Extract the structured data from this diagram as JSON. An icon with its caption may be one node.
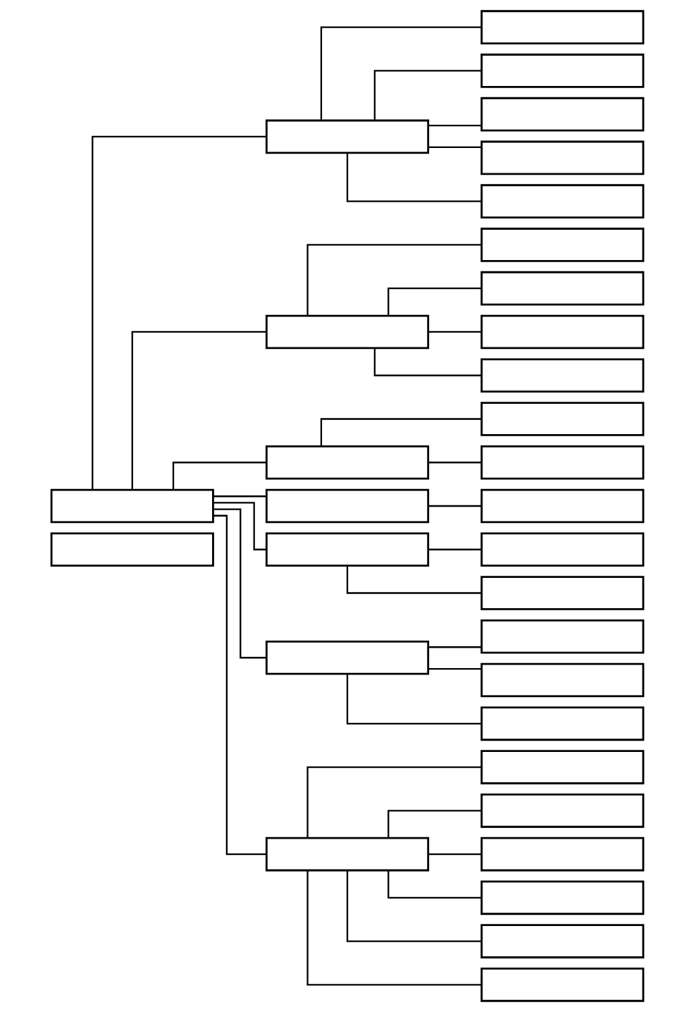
{
  "diagram": {
    "nodes": [
      {
        "text": [],
        "shape": "box"
      },
      {
        "text": [],
        "shape": "box"
      },
      {
        "text": [],
        "shape": "box"
      },
      {
        "text": [],
        "shape": "box"
      },
      {
        "text": [],
        "shape": "box"
      },
      {
        "text": [],
        "shape": "box"
      },
      {
        "text": [],
        "shape": "box"
      },
      {
        "text": [],
        "shape": "box"
      },
      {
        "text": [],
        "shape": "box"
      },
      {
        "text": [],
        "shape": "box"
      },
      {
        "text": [],
        "shape": "box"
      },
      {
        "text": [],
        "shape": "box"
      },
      {
        "text": [],
        "shape": "box"
      },
      {
        "text": [],
        "shape": "box"
      },
      {
        "text": [],
        "shape": "box"
      },
      {
        "text": [],
        "shape": "box"
      },
      {
        "text": [],
        "shape": "box"
      },
      {
        "text": [],
        "shape": "box"
      },
      {
        "text": [],
        "shape": "box"
      },
      {
        "text": [],
        "shape": "box"
      },
      {
        "text": [],
        "shape": "box"
      },
      {
        "text": [],
        "shape": "box"
      },
      {
        "text": [],
        "shape": "box"
      },
      {
        "text": [],
        "shape": "box"
      },
      {
        "text": [],
        "shape": "box"
      },
      {
        "text": [],
        "shape": "box"
      },
      {
        "text": [],
        "shape": "box"
      },
      {
        "text": [],
        "shape": "box"
      },
      {
        "text": [],
        "shape": "box"
      },
      {
        "text": [],
        "shape": "box"
      },
      {
        "text": [],
        "shape": "box"
      },
      {
        "text": [],
        "shape": "box"
      }
    ],
    "edges": [
      {
        "from": 1,
        "to": 2,
        "arrow": "none"
      },
      {
        "from": 1,
        "to": 3,
        "arrow": "none"
      },
      {
        "from": 1,
        "to": 4,
        "arrow": "none"
      },
      {
        "from": 1,
        "to": 5,
        "arrow": "none"
      },
      {
        "from": 1,
        "to": 6,
        "arrow": "none"
      },
      {
        "from": 1,
        "to": 7,
        "arrow": "none"
      },
      {
        "from": 1,
        "to": 8,
        "arrow": "none"
      },
      {
        "from": 2,
        "to": 9,
        "arrow": "none"
      },
      {
        "from": 2,
        "to": 10,
        "arrow": "none"
      },
      {
        "from": 2,
        "to": 11,
        "arrow": "none"
      },
      {
        "from": 2,
        "to": 12,
        "arrow": "none"
      },
      {
        "from": 2,
        "to": 13,
        "arrow": "none"
      },
      {
        "from": 3,
        "to": 14,
        "arrow": "none"
      },
      {
        "from": 3,
        "to": 15,
        "arrow": "none"
      },
      {
        "from": 3,
        "to": 16,
        "arrow": "none"
      },
      {
        "from": 3,
        "to": 17,
        "arrow": "none"
      },
      {
        "from": 4,
        "to": 18,
        "arrow": "none"
      },
      {
        "from": 4,
        "to": 19,
        "arrow": "none"
      },
      {
        "from": 5,
        "to": 20,
        "arrow": "none"
      },
      {
        "from": 6,
        "to": 21,
        "arrow": "none"
      },
      {
        "from": 6,
        "to": 22,
        "arrow": "none"
      },
      {
        "from": 7,
        "to": 23,
        "arrow": "none"
      },
      {
        "from": 7,
        "to": 24,
        "arrow": "none"
      },
      {
        "from": 7,
        "to": 25,
        "arrow": "none"
      },
      {
        "from": 8,
        "to": 26,
        "arrow": "none"
      },
      {
        "from": 8,
        "to": 27,
        "arrow": "none"
      },
      {
        "from": 8,
        "to": 28,
        "arrow": "none"
      },
      {
        "from": 8,
        "to": 29,
        "arrow": "none"
      },
      {
        "from": 8,
        "to": 30,
        "arrow": "none"
      },
      {
        "from": 8,
        "to": 31,
        "arrow": "none"
      }
    ]
  }
}
